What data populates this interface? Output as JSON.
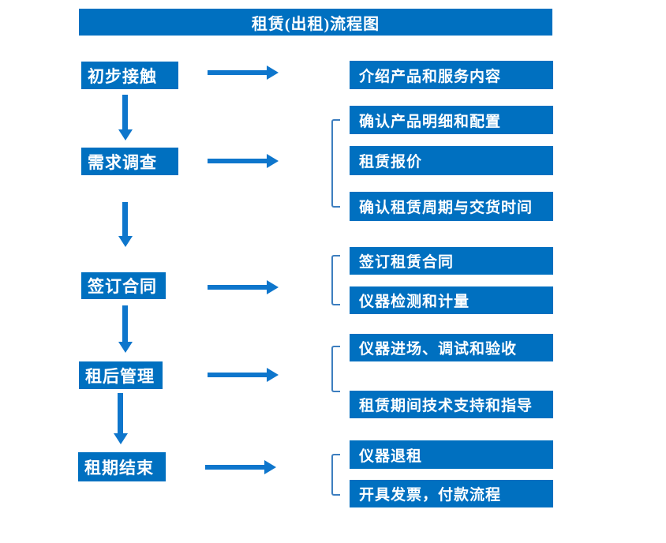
{
  "title": "租赁(出租)流程图",
  "colors": {
    "box-blue": "#0070C0",
    "arrow-blue": "#0E76CC",
    "bracket-blue": "#3D7EBF",
    "text-white": "#FFFFFF",
    "page-bg": "#FFFFFF"
  },
  "steps": [
    {
      "label": "初步接触",
      "details": [
        "介绍产品和服务内容"
      ]
    },
    {
      "label": "需求调查",
      "details": [
        "确认产品明细和配置",
        "租赁报价",
        "确认租赁周期与交货时间"
      ]
    },
    {
      "label": "签订合同",
      "details": [
        "签订租赁合同",
        "仪器检测和计量"
      ]
    },
    {
      "label": "租后管理",
      "details": [
        "仪器进场、调试和验收",
        "租赁期间技术支持和指导"
      ]
    },
    {
      "label": "租期结束",
      "details": [
        "仪器退租",
        "开具发票，付款流程"
      ]
    }
  ]
}
